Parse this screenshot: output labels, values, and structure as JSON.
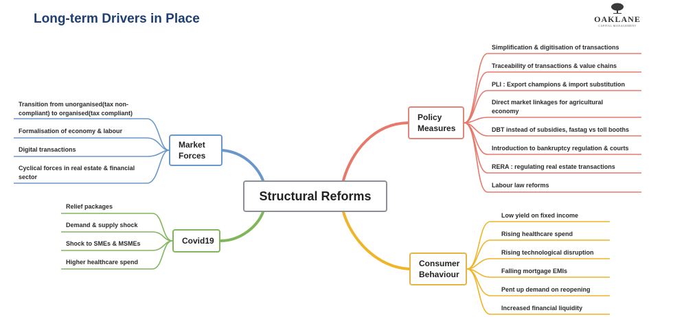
{
  "header": {
    "title": "Long-term Drivers in Place"
  },
  "logo": {
    "name": "OAKLANE",
    "subtitle": "CAPITAL MANAGEMENT",
    "icon": "oak-tree-icon"
  },
  "colors": {
    "market": "#6a97c9",
    "covid": "#7fb65a",
    "policy": "#e8786a",
    "consumer": "#f0b429",
    "center_border": "#8a8f98",
    "title": "#1f3f73"
  },
  "center": {
    "label": "Structural Reforms"
  },
  "market": {
    "label": "Market\nForces",
    "items": [
      "Transition from unorganised(tax non-compliant) to organised(tax compliant)",
      "Formalisation of economy & labour",
      "Digital transactions",
      "Cyclical forces in real estate & financial sector"
    ]
  },
  "covid": {
    "label": "Covid19",
    "items": [
      "Relief packages",
      "Demand & supply shock",
      "Shock to SMEs & MSMEs",
      "Higher healthcare spend"
    ]
  },
  "policy": {
    "label": "Policy\nMeasures",
    "items": [
      "Simplification & digitisation of transactions",
      "Traceability of transactions & value chains",
      "PLI : Export champions & import substitution",
      "Direct market linkages for agricultural economy",
      "DBT instead of subsidies, fastag vs toll booths",
      "Introduction to bankruptcy regulation & courts",
      "RERA : regulating real estate transactions",
      "Labour law reforms"
    ]
  },
  "consumer": {
    "label": "Consumer\nBehaviour",
    "items": [
      "Low yield on fixed income",
      "Rising healthcare spend",
      "Rising technological disruption",
      "Falling mortgage EMIs",
      "Pent up demand on reopening",
      "Increased financial liquidity"
    ]
  }
}
